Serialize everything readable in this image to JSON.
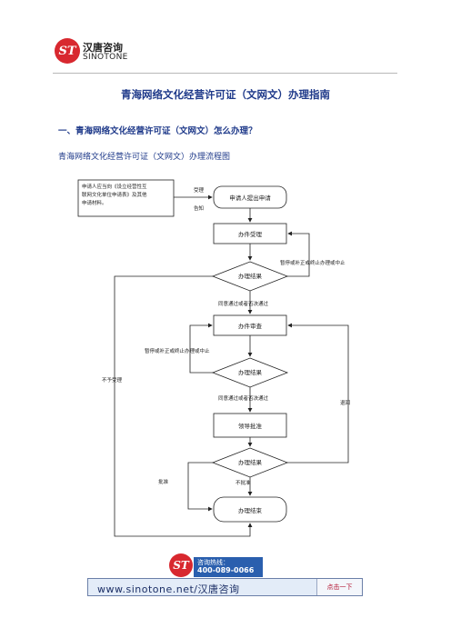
{
  "brand": {
    "mark": "ST",
    "name_cn": "汉唐咨询",
    "name_en": "SINOTONE"
  },
  "document": {
    "title": "青海网络文化经营许可证（文网文）办理指南",
    "section_heading": "一、青海网络文化经营许可证（文网文）怎么办理？",
    "flow_caption": "青海网络文化经营许可证（文网文）办理流程图"
  },
  "flowchart": {
    "note": [
      "申请人应当向《设立经营性互",
      "联网文化单位申请表》及其他",
      "申请材料。"
    ],
    "note_link": [
      "受理",
      "告知"
    ],
    "start": "申请人提出申请",
    "accept": "办件受理",
    "decision1": "办理结果",
    "decision1_side": "暂停或补正或终止办理或中止",
    "agree1": "同意通过或者否决通过",
    "review": "办件审查",
    "review_side": "暂停或补正或终止办理或中止",
    "decision2": "办理结果",
    "agree2": "同意通过或者否决通过",
    "return": "退回",
    "not_accept": "不予受理",
    "approve": "领导批准",
    "decision3": "办理结果",
    "approved": "批准",
    "not_approved": "不批准",
    "end": "办理结束"
  },
  "contact": {
    "label": "咨询热线：",
    "phone": "400-089-0066",
    "website": "www.sinotone.net/汉唐咨询",
    "button": "点击一下"
  }
}
